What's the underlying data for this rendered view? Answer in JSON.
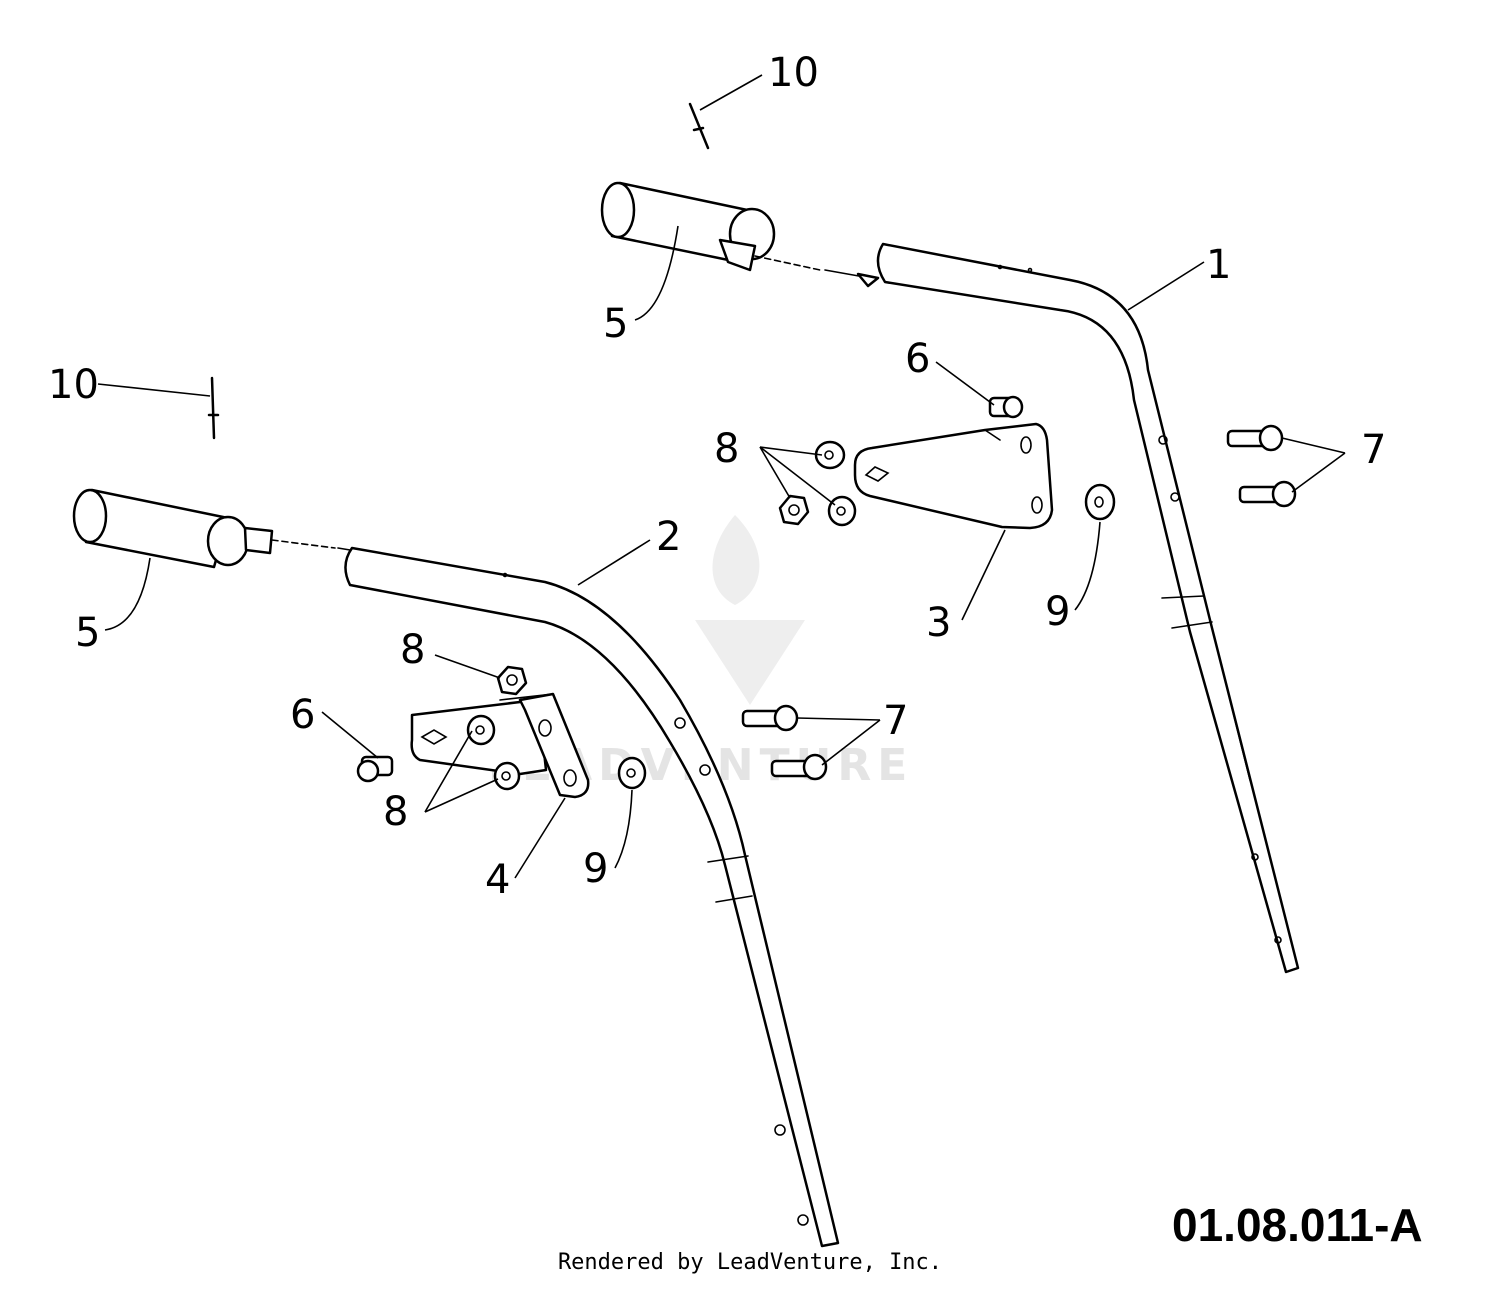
{
  "watermark": {
    "brand": "LEADVENTURE"
  },
  "diagram_code": "01.08.011-A",
  "credit": "Rendered by LeadVenture, Inc.",
  "callouts": {
    "handle_upper_right": "1",
    "handle_upper_left": "2",
    "bracket_right": "3",
    "bracket_left": "4",
    "grip_right": "5",
    "grip_left": "5",
    "bolt_right": "6",
    "bolt_left": "6",
    "bolt_pair_right": "7",
    "bolt_pair_left": "7",
    "nut_group_right": "8",
    "nut_top_left": "8",
    "nut_group_left": "8",
    "washer_right": "9",
    "washer_left": "9",
    "pin_right": "10",
    "pin_left": "10"
  }
}
